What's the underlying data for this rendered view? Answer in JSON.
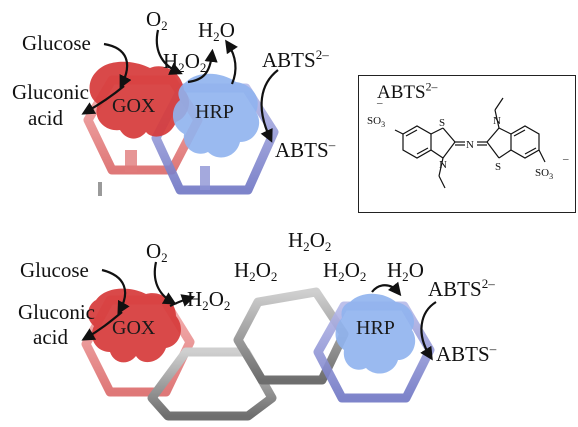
{
  "panel_top": {
    "glucose": "Glucose",
    "gluconic_line1": "Gluconic",
    "gluconic_line2": "acid",
    "o2": {
      "base": "O",
      "sub": "2"
    },
    "h2o": {
      "base": "H",
      "sub": "2",
      "rest": "O"
    },
    "h2o2": {
      "base": "H",
      "sub1": "2",
      "mid": "O",
      "sub2": "2"
    },
    "abts2": {
      "base": "ABTS",
      "sup": "2–"
    },
    "abts1": {
      "base": "ABTS",
      "sup": "–"
    },
    "gox": "GOX",
    "hrp": "HRP"
  },
  "structure_box": {
    "title": {
      "base": "ABTS",
      "sup": "2–"
    },
    "atoms": {
      "s": "S",
      "n": "N",
      "sulfonate": "SO",
      "sulfonate_sub": "3",
      "minus": "–"
    }
  },
  "panel_bottom": {
    "glucose": "Glucose",
    "gluconic_line1": "Gluconic",
    "gluconic_line2": "acid",
    "o2": {
      "base": "O",
      "sub": "2"
    },
    "h2o2_by_gox": {
      "base": "H",
      "sub1": "2",
      "mid": "O",
      "sub2": "2"
    },
    "h2o2_top": {
      "base": "H",
      "sub1": "2",
      "mid": "O",
      "sub2": "2"
    },
    "h2o2_left": {
      "base": "H",
      "sub1": "2",
      "mid": "O",
      "sub2": "2"
    },
    "h2o2_right": {
      "base": "H",
      "sub1": "2",
      "mid": "O",
      "sub2": "2"
    },
    "h2o": {
      "base": "H",
      "sub": "2",
      "rest": "O"
    },
    "abts2": {
      "base": "ABTS",
      "sup": "2–"
    },
    "abts1": {
      "base": "ABTS",
      "sup": "–"
    },
    "gox": "GOX",
    "hrp": "HRP"
  },
  "colors": {
    "gox_fill": "#d63a3a",
    "gox_ring": "#e58a8a",
    "hrp_fill": "#8fb3ee",
    "hrp_ring": "#9aa0d8",
    "linker_ring": "#a8a8a8",
    "arrow": "#111111"
  }
}
